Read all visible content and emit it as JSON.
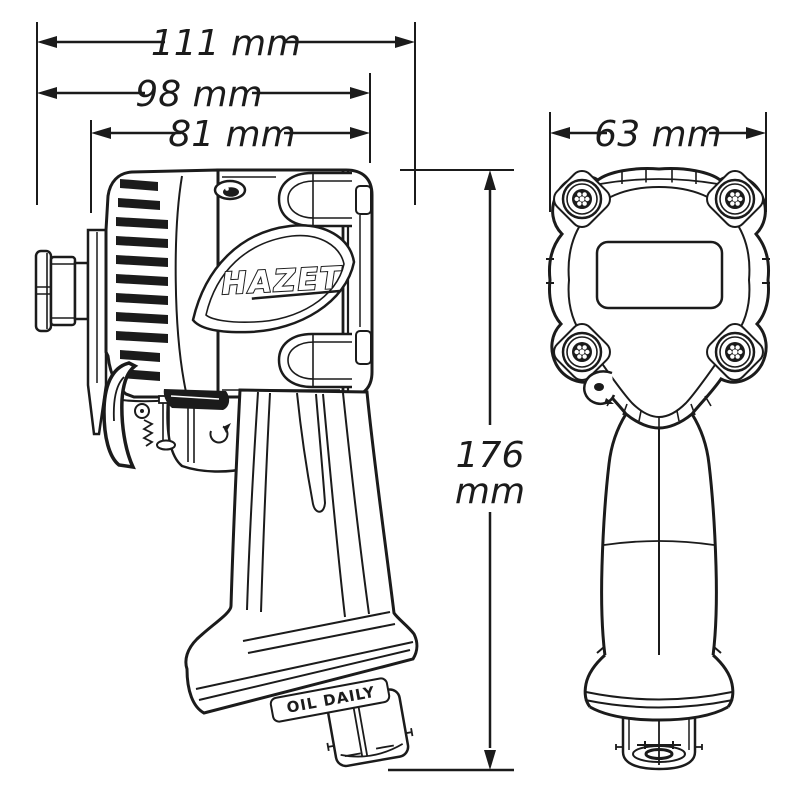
{
  "page": {
    "title": "HAZET pneumatic impact wrench dimensional drawing",
    "background": "#ffffff",
    "line_color": "#1b1b1b"
  },
  "views": {
    "side": {
      "brand_logo": "HAZET",
      "oil_marking": "OIL DAILY"
    },
    "front": {}
  },
  "dimensions": {
    "overall_length": {
      "value": 111,
      "unit": "mm",
      "label": "111 mm"
    },
    "body_length": {
      "value": 98,
      "unit": "mm",
      "label": "98 mm"
    },
    "housing_length": {
      "value": 81,
      "unit": "mm",
      "label": "81 mm"
    },
    "head_width": {
      "value": 63,
      "unit": "mm",
      "label": "63 mm"
    },
    "overall_height": {
      "value": 176,
      "unit": "mm",
      "label_value": "176",
      "label_unit": "mm"
    }
  }
}
